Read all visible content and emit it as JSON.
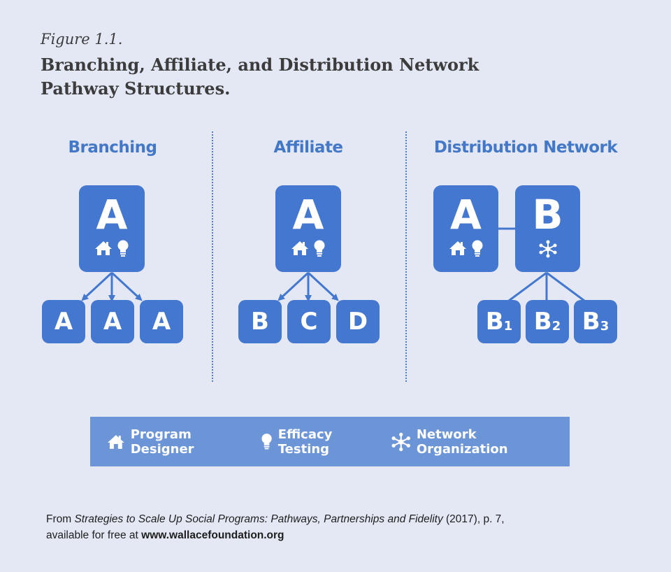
{
  "figure": {
    "label": "Figure 1.1.",
    "title": "Branching, Affiliate, and Distribution Network Pathway Structures."
  },
  "sections": {
    "branching": {
      "title": "Branching",
      "parent": "A",
      "children": [
        "A",
        "A",
        "A"
      ]
    },
    "affiliate": {
      "title": "Affiliate",
      "parent": "A",
      "children": [
        "B",
        "C",
        "D"
      ]
    },
    "distribution": {
      "title": "Distribution Network",
      "partner_a": "A",
      "partner_b": "B",
      "children": [
        {
          "letter": "B",
          "sub": "1"
        },
        {
          "letter": "B",
          "sub": "2"
        },
        {
          "letter": "B",
          "sub": "3"
        }
      ]
    }
  },
  "legend": {
    "program_designer": "Program Designer",
    "efficacy_testing": "Efficacy Testing",
    "network_organization": "Network Organization"
  },
  "source": {
    "prefix": "From ",
    "book": "Strategies to Scale Up Social Programs: Pathways, Partnerships and Fidelity",
    "suffix": " (2017), p. 7,",
    "line2": "available for free at ",
    "url": "www.wallacefoundation.org"
  },
  "colors": {
    "background": "#e3e8f4",
    "box": "#4478d0",
    "legend": "#6c95d7",
    "heading": "#4378c8"
  }
}
